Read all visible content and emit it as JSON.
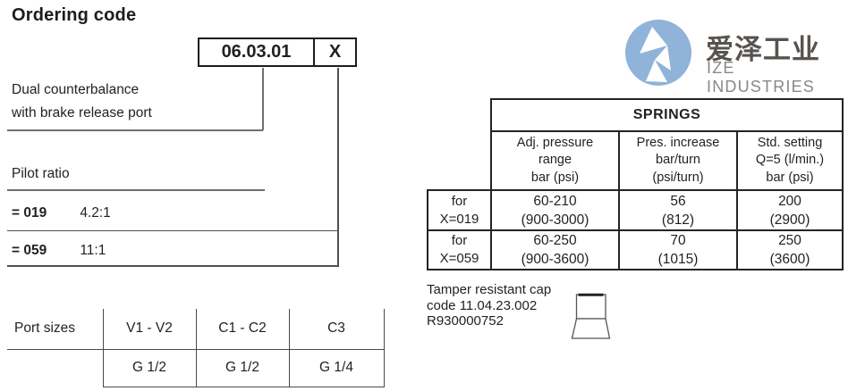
{
  "page": {
    "title": "Ordering code"
  },
  "code_box": {
    "code": "06.03.01",
    "variant": "X"
  },
  "descriptions": {
    "dual_counterbalance": "Dual counterbalance\nwith brake release port",
    "pilot_ratio_label": "Pilot ratio",
    "pilot_options": [
      {
        "code": "= 019",
        "ratio": "4.2:1"
      },
      {
        "code": "= 059",
        "ratio": "11:1"
      }
    ]
  },
  "springs_table": {
    "title": "SPRINGS",
    "columns": [
      "Adj. pressure\nrange\nbar (psi)",
      "Pres. increase\nbar/turn\n(psi/turn)",
      "Std. setting\nQ=5 (l/min.)\nbar (psi)"
    ],
    "rows": [
      {
        "label": "for\nX=019",
        "adj_pressure_range": "60-210\n(900-3000)",
        "pres_increase": "56\n(812)",
        "std_setting": "200\n(2900)"
      },
      {
        "label": "for\nX=059",
        "adj_pressure_range": "60-250\n(900-3600)",
        "pres_increase": "70\n(1015)",
        "std_setting": "250\n(3600)"
      }
    ]
  },
  "port_sizes": {
    "label": "Port sizes",
    "columns": [
      "V1 - V2",
      "C1 - C2",
      "C3"
    ],
    "values": [
      "G 1/2",
      "G 1/2",
      "G 1/4"
    ]
  },
  "tamper_cap": {
    "note": "Tamper resistant cap\ncode 11.04.23.002\nR930000752"
  },
  "logo": {
    "name_cn": "爱泽工业",
    "name_en": "IZE INDUSTRIES"
  },
  "colors": {
    "logo_blue": "#8fb3d9",
    "logo_text_dark": "#57534f",
    "logo_text_gray": "#8b8884",
    "border_dark": "#242424",
    "leader_gray": "#6f6f6f",
    "text": "#231f20"
  }
}
